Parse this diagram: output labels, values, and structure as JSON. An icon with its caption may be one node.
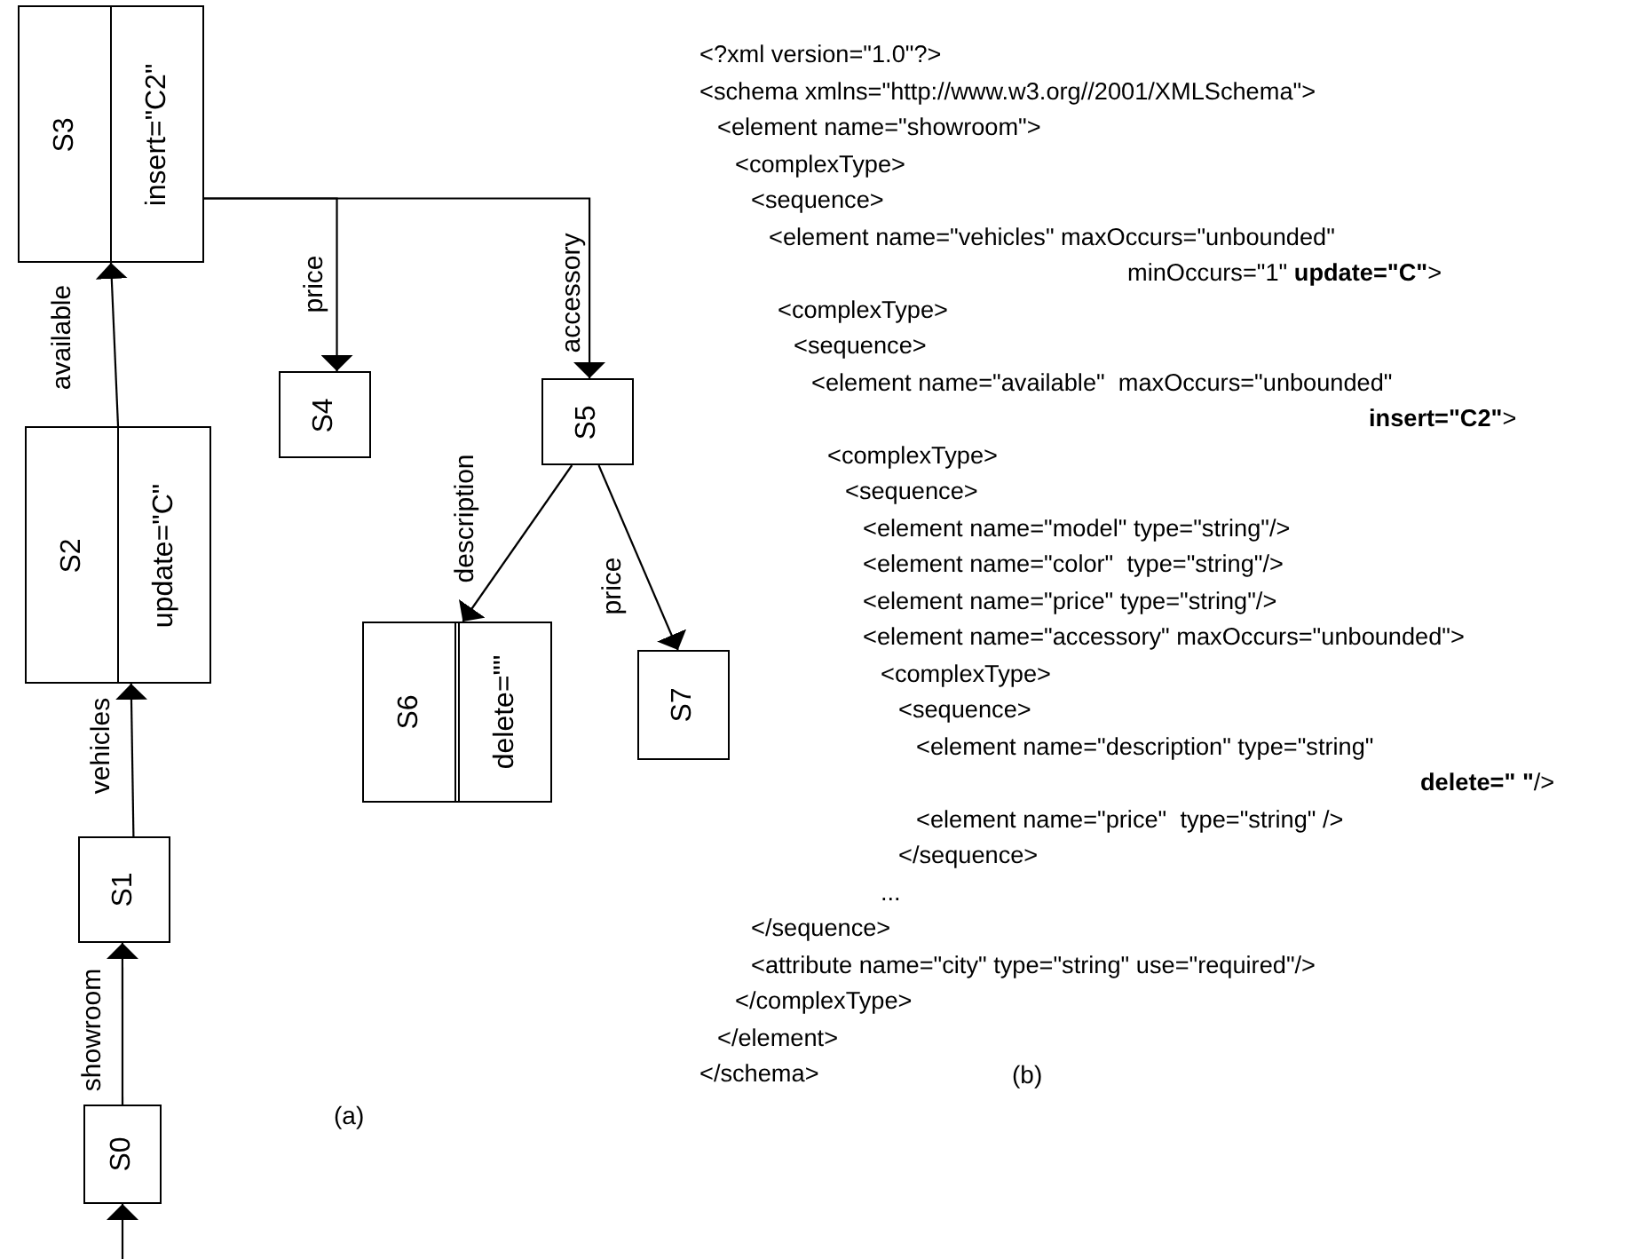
{
  "diagram": {
    "nodes": [
      {
        "text": [
          "S0"
        ]
      },
      {
        "text": [
          "S1"
        ]
      },
      {
        "text": [
          "S2",
          "update=\"C\""
        ]
      },
      {
        "text": [
          "S3",
          "insert=\"C2\""
        ]
      },
      {
        "text": [
          "S4"
        ]
      },
      {
        "text": [
          "S5"
        ]
      },
      {
        "text": [
          "S6",
          "delete=\"\""
        ]
      },
      {
        "text": [
          "S7"
        ]
      }
    ],
    "edges": [
      {
        "from": null,
        "to": 0,
        "arrow": "to"
      },
      {
        "from": 0,
        "to": 1,
        "arrow": "to",
        "label": "showroom"
      },
      {
        "from": 1,
        "to": 2,
        "arrow": "to",
        "label": "vehicles"
      },
      {
        "from": 2,
        "to": 3,
        "arrow": "to",
        "label": "available"
      },
      {
        "from": 3,
        "to": 4,
        "arrow": "to",
        "label": "price"
      },
      {
        "from": 3,
        "to": 5,
        "arrow": "to",
        "label": "accessory"
      },
      {
        "from": 5,
        "to": 6,
        "arrow": "to",
        "label": "description"
      },
      {
        "from": 5,
        "to": 7,
        "arrow": "to",
        "label": "price"
      }
    ],
    "labels": [
      "<?xml version=\"1.0\"?>",
      "<schema xmlns=\"http://www.w3.org//2001/XMLSchema\">",
      "<element name=\"showroom\">",
      "<complexType>",
      "<sequence>",
      "<element name=\"vehicles\" maxOccurs=\"unbounded\"",
      "minOccurs=\"1\" **update=\"C\"**>",
      "<complexType>",
      "<sequence>",
      "<element name=\"available\"  maxOccurs=\"unbounded\"",
      "**insert=\"C2\"**>",
      "<complexType>",
      "<sequence>",
      "<element name=\"model\" type=\"string\"/>",
      "<element name=\"color\"  type=\"string\"/>",
      "<element name=\"price\" type=\"string\"/>",
      "<element name=\"accessory\" maxOccurs=\"unbounded\">",
      "<complexType>",
      "<sequence>",
      "<element name=\"description\" type=\"string\"",
      "**delete=\" \"**/>",
      "<element name=\"price\"  type=\"string\" />",
      "</sequence>",
      "...",
      "</sequence>",
      "<attribute name=\"city\" type=\"string\" use=\"required\"/>",
      "</complexType>",
      "</element>",
      "</schema>",
      "(b)",
      "(a)"
    ]
  }
}
